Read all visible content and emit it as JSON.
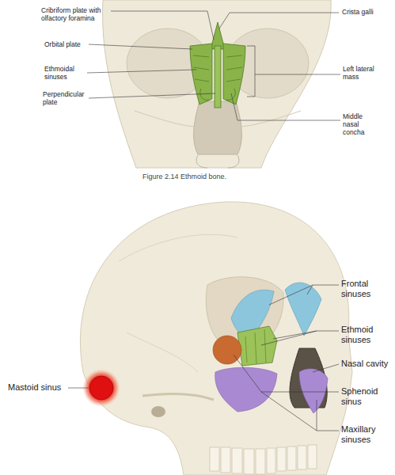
{
  "diagram": {
    "caption": "Figure 2.14 Ethmoid bone.",
    "labels": [
      "Cribriform plate with olfactory foramina",
      "Orbital plate",
      "Ethmoidal sinuses",
      "Perpendicular plate",
      "Crista galli",
      "Left lateral mass",
      "Middle nasal concha",
      "Frontal sinuses",
      "Ethmoid sinuses",
      "Nasal cavity",
      "Sphenoid sinus",
      "Maxillary sinuses",
      "Mastoid sinus"
    ]
  }
}
